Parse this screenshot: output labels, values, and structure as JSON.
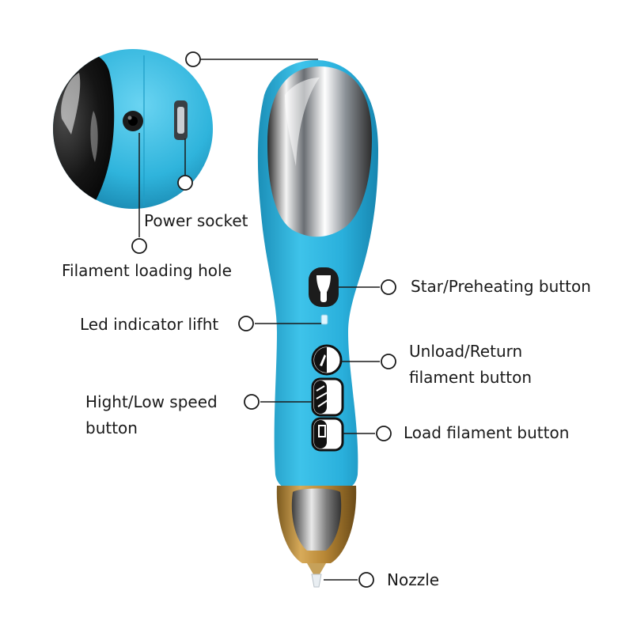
{
  "labels": {
    "power_socket": "Power socket",
    "filament_loading_hole": "Filament loading hole",
    "led_indicator": "Led indicator lifht",
    "hight_low_speed_line1": "Hight/Low speed",
    "hight_low_speed_line2": "button",
    "start_preheating": "Star/Preheating button",
    "unload_return_line1": "Unload/Return",
    "unload_return_line2": "filament button",
    "load_filament": "Load filament button",
    "nozzle": "Nozzle"
  },
  "colors": {
    "pen_body": "#2fb4dc",
    "chrome": "#9aa3ad",
    "gold_tip": "#b98a3a",
    "leader_line": "#1a1a1a"
  },
  "icons": {
    "callout_marker": "hollow-circle",
    "led": "led-indicator-icon"
  }
}
